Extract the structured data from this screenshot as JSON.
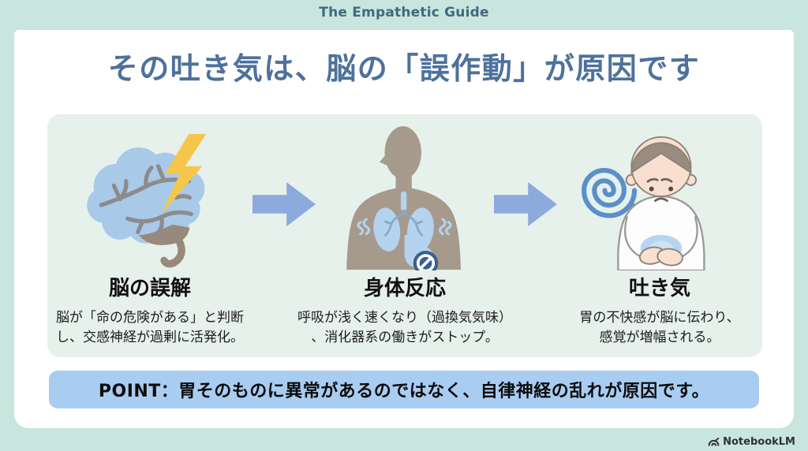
{
  "header": {
    "title": "The Empathetic Guide"
  },
  "slide": {
    "title": "その吐き気は、脳の「誤作動」が原因です",
    "steps": [
      {
        "icon": "brain-lightning-icon",
        "label": "脳の誤解",
        "description": "脳が「命の危険がある」と判断\nし、交感神経が過剰に活発化。"
      },
      {
        "icon": "body-lungs-stomach-icon",
        "label": "身体反応",
        "description": "呼吸が浅く速くなり（過換気気味）\n、消化器系の働きがストップ。"
      },
      {
        "icon": "nauseous-person-icon",
        "label": "吐き気",
        "description": "胃の不快感が脳に伝わり、\n感覚が増幅される。"
      }
    ],
    "point": "POINT：胃そのものに異常があるのではなく、自律神経の乱れが原因です。"
  },
  "footer": {
    "brand": "NotebookLM",
    "logo_icon": "notebooklm-logo-icon"
  },
  "colors": {
    "background": "#c8e6dd",
    "card": "#ffffff",
    "panel": "#e6f1ec",
    "header_text": "#44687e",
    "title": "#4d719c",
    "arrow": "#8cabdc",
    "point_bg": "#a9cdf1",
    "brain_fill": "#a9c9e9",
    "brain_lines": "#8c8c8c",
    "brainstem": "#97897b",
    "lightning": "#f6c64b",
    "silhouette": "#a69a8c",
    "organ_blue": "#b5d2ee",
    "bronchi": "#84aacf",
    "stop_sign": "#3a5f8d",
    "spiral": "#5b8fc9",
    "skin": "#f8dfd0",
    "hair": "#998b80",
    "footer_text": "#2f3136"
  }
}
